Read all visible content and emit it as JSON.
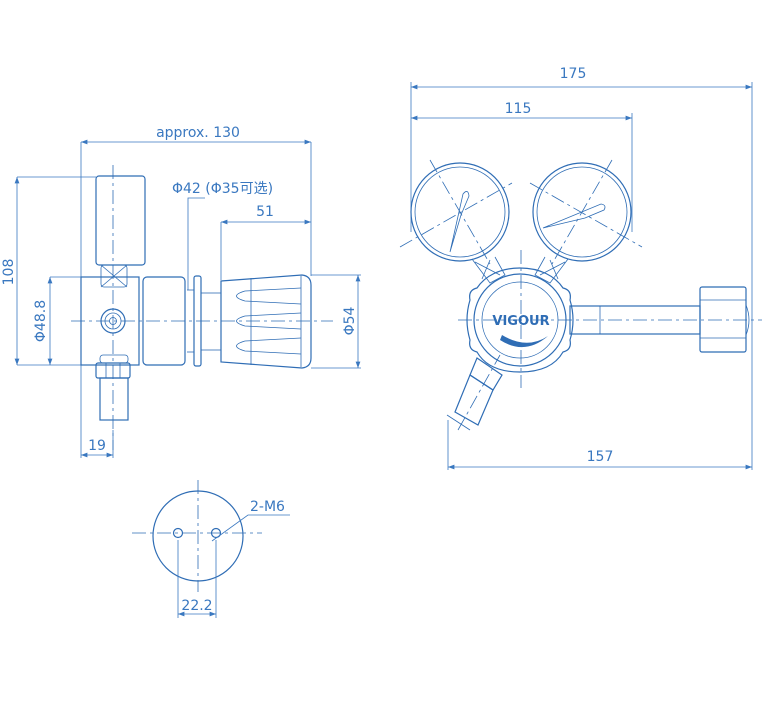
{
  "side_view": {
    "overall_length": "approx. 130",
    "height": "108",
    "body_diameter": "Φ48.8",
    "knob_label": "Φ42 (Φ35可选)",
    "knob_length": "51",
    "knob_diameter": "Φ54",
    "offset": "19"
  },
  "front_view": {
    "overall_width": "175",
    "gauge_spacing": "115",
    "outlet_length": "157",
    "brand": "VIGOUR"
  },
  "bottom_view": {
    "thread_label": "2-M6",
    "hole_spacing": "22.2"
  },
  "colors": {
    "line": "#2f6db5",
    "dimension": "#3a78c0"
  }
}
